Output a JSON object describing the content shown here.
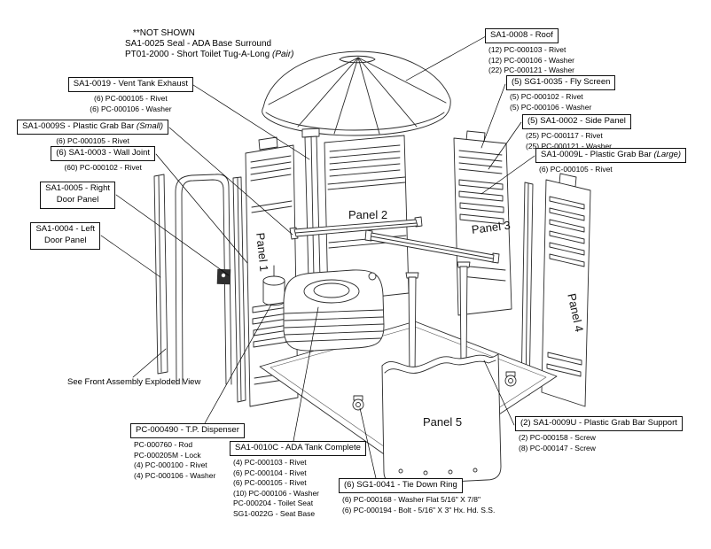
{
  "diagram": {
    "not_shown": {
      "line1": "**NOT SHOWN",
      "line2": "SA1-0025 Seal - ADA Base Surround",
      "line3": "PT01-2000 - Short Toilet Tug-A-Long ",
      "line3_italic": "(Pair)"
    },
    "callouts": {
      "vent_exhaust": {
        "title": "SA1-0019 - Vent Tank Exhaust",
        "parts": [
          "(6) PC-000105 - Rivet",
          "(6) PC-000106 - Washer"
        ]
      },
      "grab_bar_small": {
        "title": "SA1-0009S - Plastic Grab Bar ",
        "title_italic": "(Small)",
        "parts": [
          "(6) PC-000105 - Rivet"
        ]
      },
      "wall_joint": {
        "title": "(6) SA1-0003 - Wall Joint",
        "parts": [
          "(60) PC-000102 - Rivet"
        ]
      },
      "right_door": {
        "title_lines": [
          "SA1-0005 - Right",
          "Door Panel"
        ]
      },
      "left_door": {
        "title_lines": [
          "SA1-0004 - Left",
          "Door Panel"
        ]
      },
      "front_assembly_note": {
        "text": "See Front Assembly Exploded View"
      },
      "tp_dispenser": {
        "title": "PC-000490 - T.P. Dispenser",
        "parts": [
          "PC-000760 - Rod",
          "PC-000205M - Lock",
          "(4) PC-000100 - Rivet",
          "(4) PC-000106 - Washer"
        ]
      },
      "ada_tank": {
        "title": "SA1-0010C - ADA Tank Complete",
        "parts": [
          "(4) PC-000103 - Rivet",
          "(6) PC-000104 - Rivet",
          "(6) PC-000105 - Rivet",
          "(10) PC-000106 - Washer",
          "PC-000204 - Toilet Seat",
          "SG1-0022G - Seat Base"
        ]
      },
      "tie_down_ring": {
        "title": "(6) SG1-0041 - Tie Down Ring",
        "parts": [
          "(6) PC-000168 - Washer Flat 5/16\" X 7/8\"",
          "(6) PC-000194 - Bolt - 5/16\" X 3\" Hx. Hd. S.S."
        ]
      },
      "roof": {
        "title": "SA1-0008 - Roof",
        "parts": [
          "(12) PC-000103 - Rivet",
          "(12) PC-000106 - Washer",
          "(22) PC-000121 - Washer"
        ]
      },
      "fly_screen": {
        "title": "(5) SG1-0035 - Fly Screen",
        "parts": [
          "(5) PC-000102 - Rivet",
          "(5) PC-000106 - Washer"
        ]
      },
      "side_panel": {
        "title": "(5) SA1-0002 - Side Panel",
        "parts": [
          "(25) PC-000117 - Rivet",
          "(25) PC-000121 - Washer"
        ]
      },
      "grab_bar_large": {
        "title": "SA1-0009L - Plastic Grab Bar ",
        "title_italic": "(Large)",
        "parts": [
          "(6) PC-000105 - Rivet"
        ]
      },
      "grab_bar_support": {
        "title": "(2) SA1-0009U - Plastic Grab Bar Support",
        "parts": [
          "(2) PC-000158 - Screw",
          "(8) PC-000147 - Screw"
        ]
      }
    },
    "panel_labels": {
      "panel1": "Panel 1",
      "panel2": "Panel 2",
      "panel3": "Panel 3",
      "panel4": "Panel 4",
      "panel5": "Panel 5"
    }
  }
}
